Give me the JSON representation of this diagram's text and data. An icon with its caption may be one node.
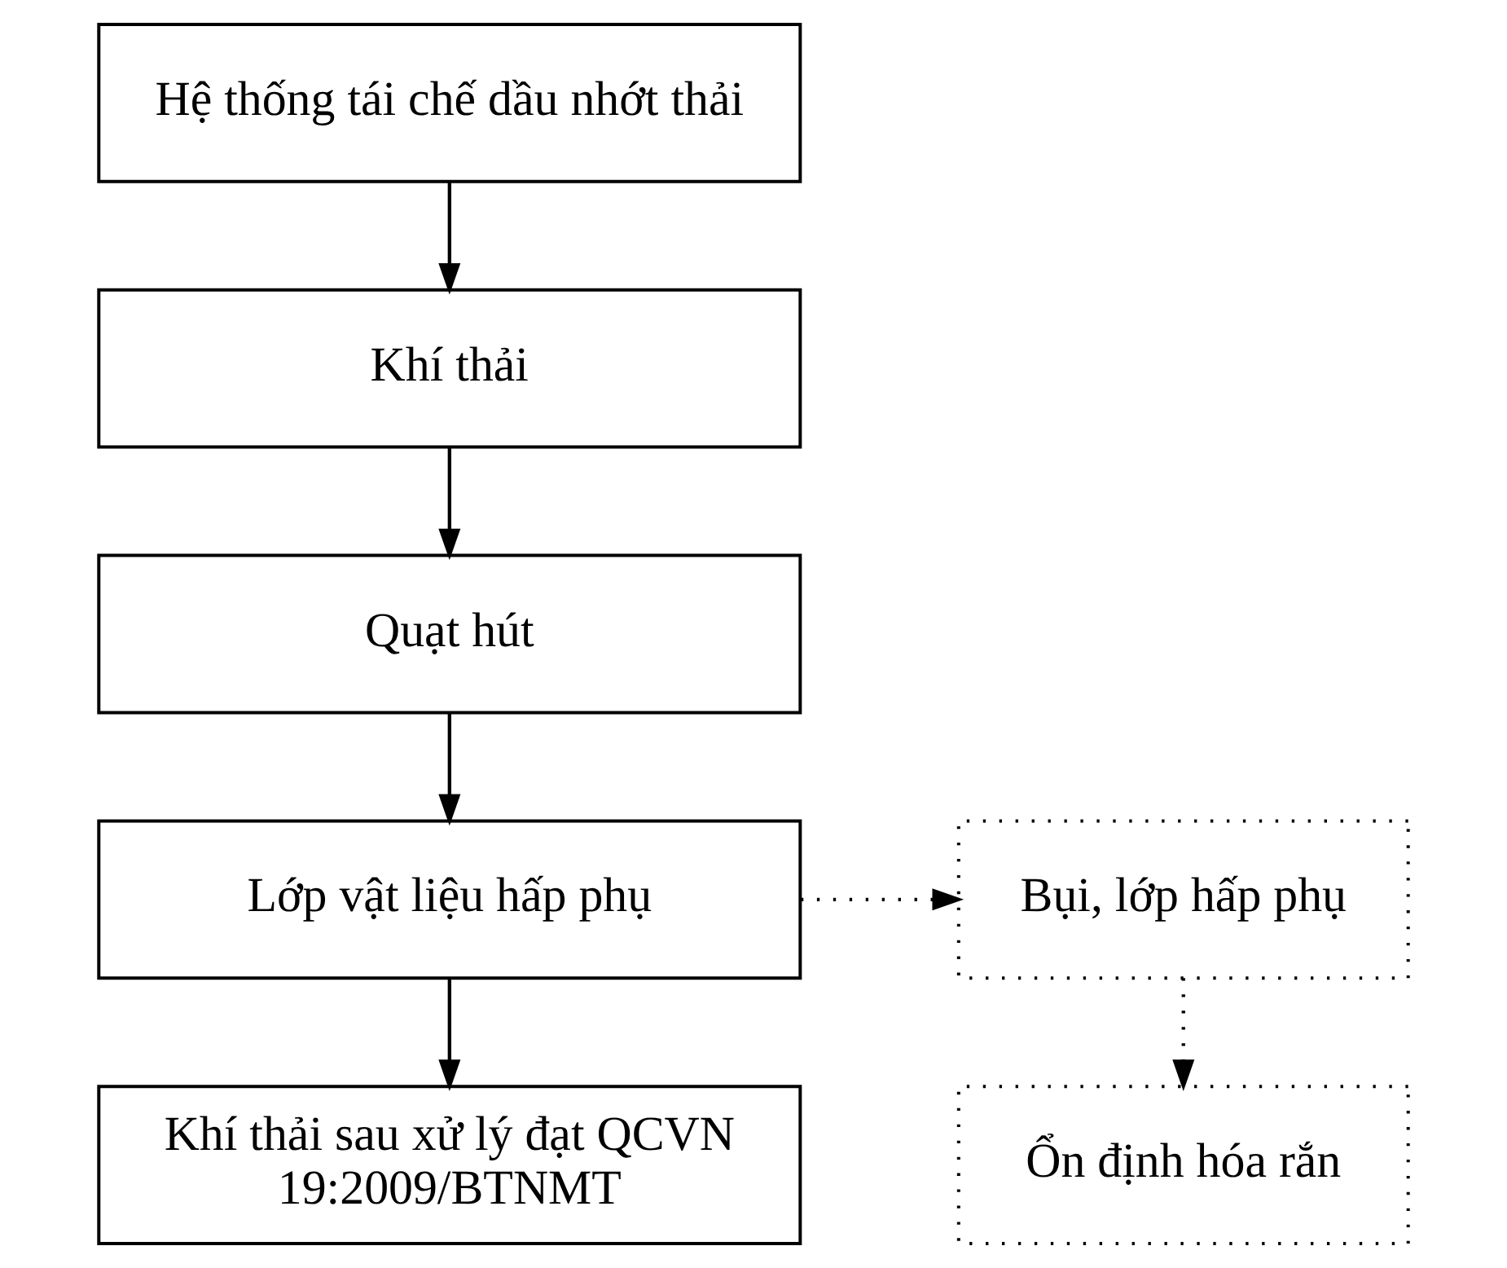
{
  "diagram": {
    "nodes": [
      {
        "text": [
          "Hệ thống tái chế dầu nhớt thải"
        ]
      },
      {
        "text": [
          "Khí thải"
        ]
      },
      {
        "text": [
          "Quạt hút"
        ]
      },
      {
        "text": [
          "Lớp vật liệu hấp phụ"
        ]
      },
      {
        "text": [
          "Khí thải sau xử lý đạt QCVN 19:2009/BTNMT"
        ]
      },
      {
        "text": [
          "Bụi, lớp hấp phụ"
        ]
      },
      {
        "text": [
          "Ổn định hóa rắn"
        ]
      }
    ],
    "edges": [
      {
        "from": 0,
        "to": 1,
        "arrow": "to"
      },
      {
        "from": 1,
        "to": 2,
        "arrow": "to"
      },
      {
        "from": 2,
        "to": 3,
        "arrow": "to"
      },
      {
        "from": 3,
        "to": 4,
        "arrow": "to"
      },
      {
        "from": 3,
        "to": 5,
        "arrow": "to",
        "style": "dashed"
      },
      {
        "from": 5,
        "to": 6,
        "arrow": "to",
        "style": "dashed"
      }
    ]
  }
}
